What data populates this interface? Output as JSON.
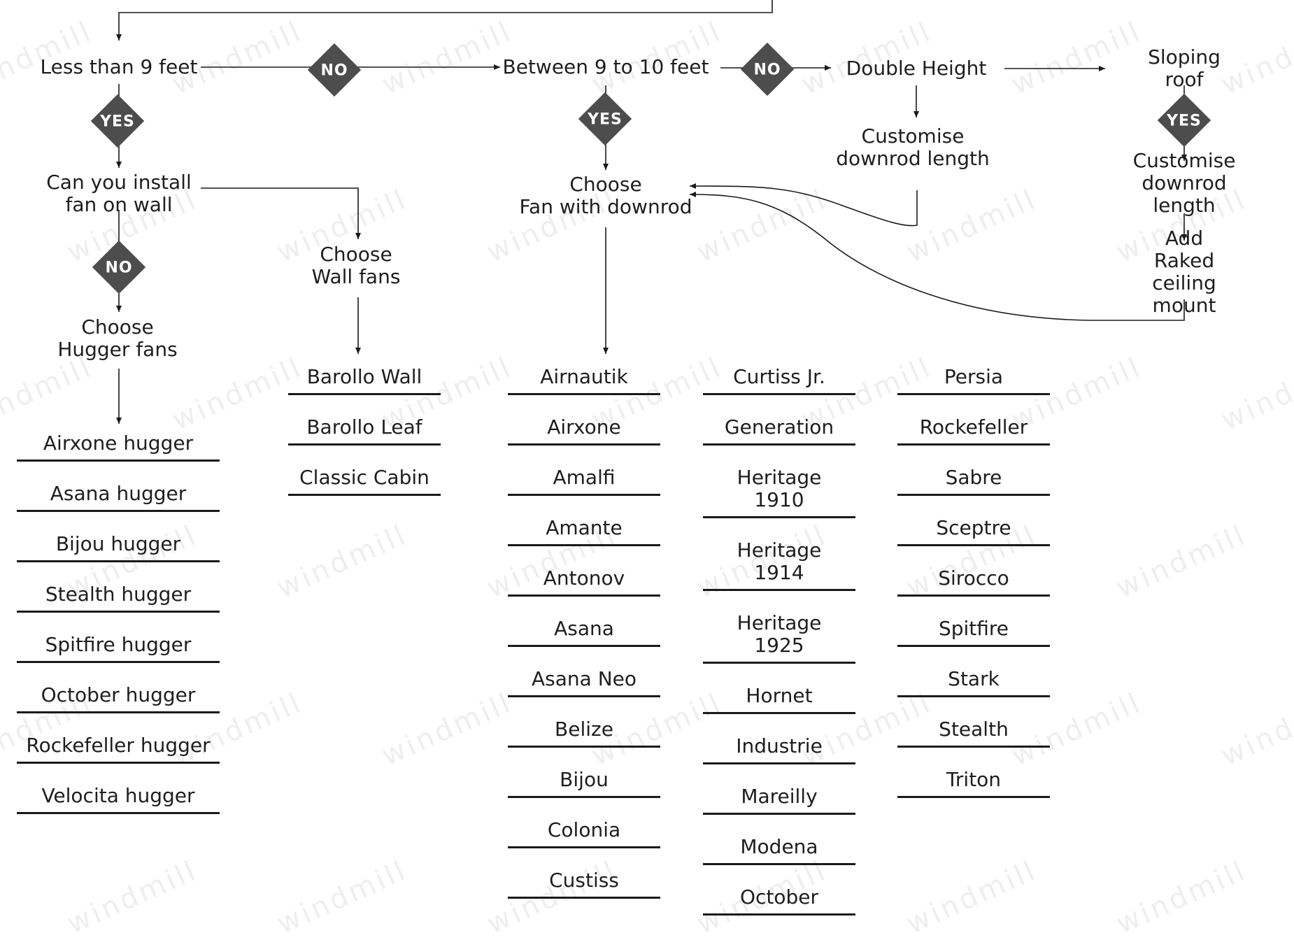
{
  "watermark": "windmill",
  "nodes": {
    "less_than_9": "Less than 9 feet",
    "between_9_10": "Between 9 to 10 feet",
    "double_height": "Double Height",
    "sloping_roof": "Sloping roof",
    "install_on_wall": "Can you install\nfan on wall",
    "choose_downrod": "Choose\nFan with downrod",
    "customise_dh": "Customise\ndownrod length",
    "customise_sr": "Customise\ndownrod length",
    "wall_fans": "Choose\nWall fans",
    "raked_mount": "Add\nRaked ceiling mount",
    "hugger_fans": "Choose\nHugger fans"
  },
  "decisions": {
    "no_1": "NO",
    "no_2": "NO",
    "yes_1": "YES",
    "yes_2": "YES",
    "yes_3": "YES",
    "no_3": "NO"
  },
  "lists": {
    "hugger": [
      "Airxone hugger",
      "Asana hugger",
      "Bijou hugger",
      "Stealth hugger",
      "Spitfire hugger",
      "October hugger",
      "Rockefeller hugger",
      "Velocita hugger"
    ],
    "wall": [
      "Barollo Wall",
      "Barollo Leaf",
      "Classic Cabin"
    ],
    "downrod_a": [
      "Airnautik",
      "Airxone",
      "Amalfi",
      "Amante",
      "Antonov",
      "Asana",
      "Asana Neo",
      "Belize",
      "Bijou",
      "Colonia",
      "Custiss"
    ],
    "downrod_b": [
      "Curtiss Jr.",
      "Generation",
      "Heritage\n1910",
      "Heritage\n1914",
      "Heritage\n1925",
      "Hornet",
      "Industrie",
      "Mareilly",
      "Modena",
      "October"
    ],
    "downrod_c": [
      "Persia",
      "Rockefeller",
      "Sabre",
      "Sceptre",
      "Sirocco",
      "Spitfire",
      "Stark",
      "Stealth",
      "Triton"
    ]
  }
}
